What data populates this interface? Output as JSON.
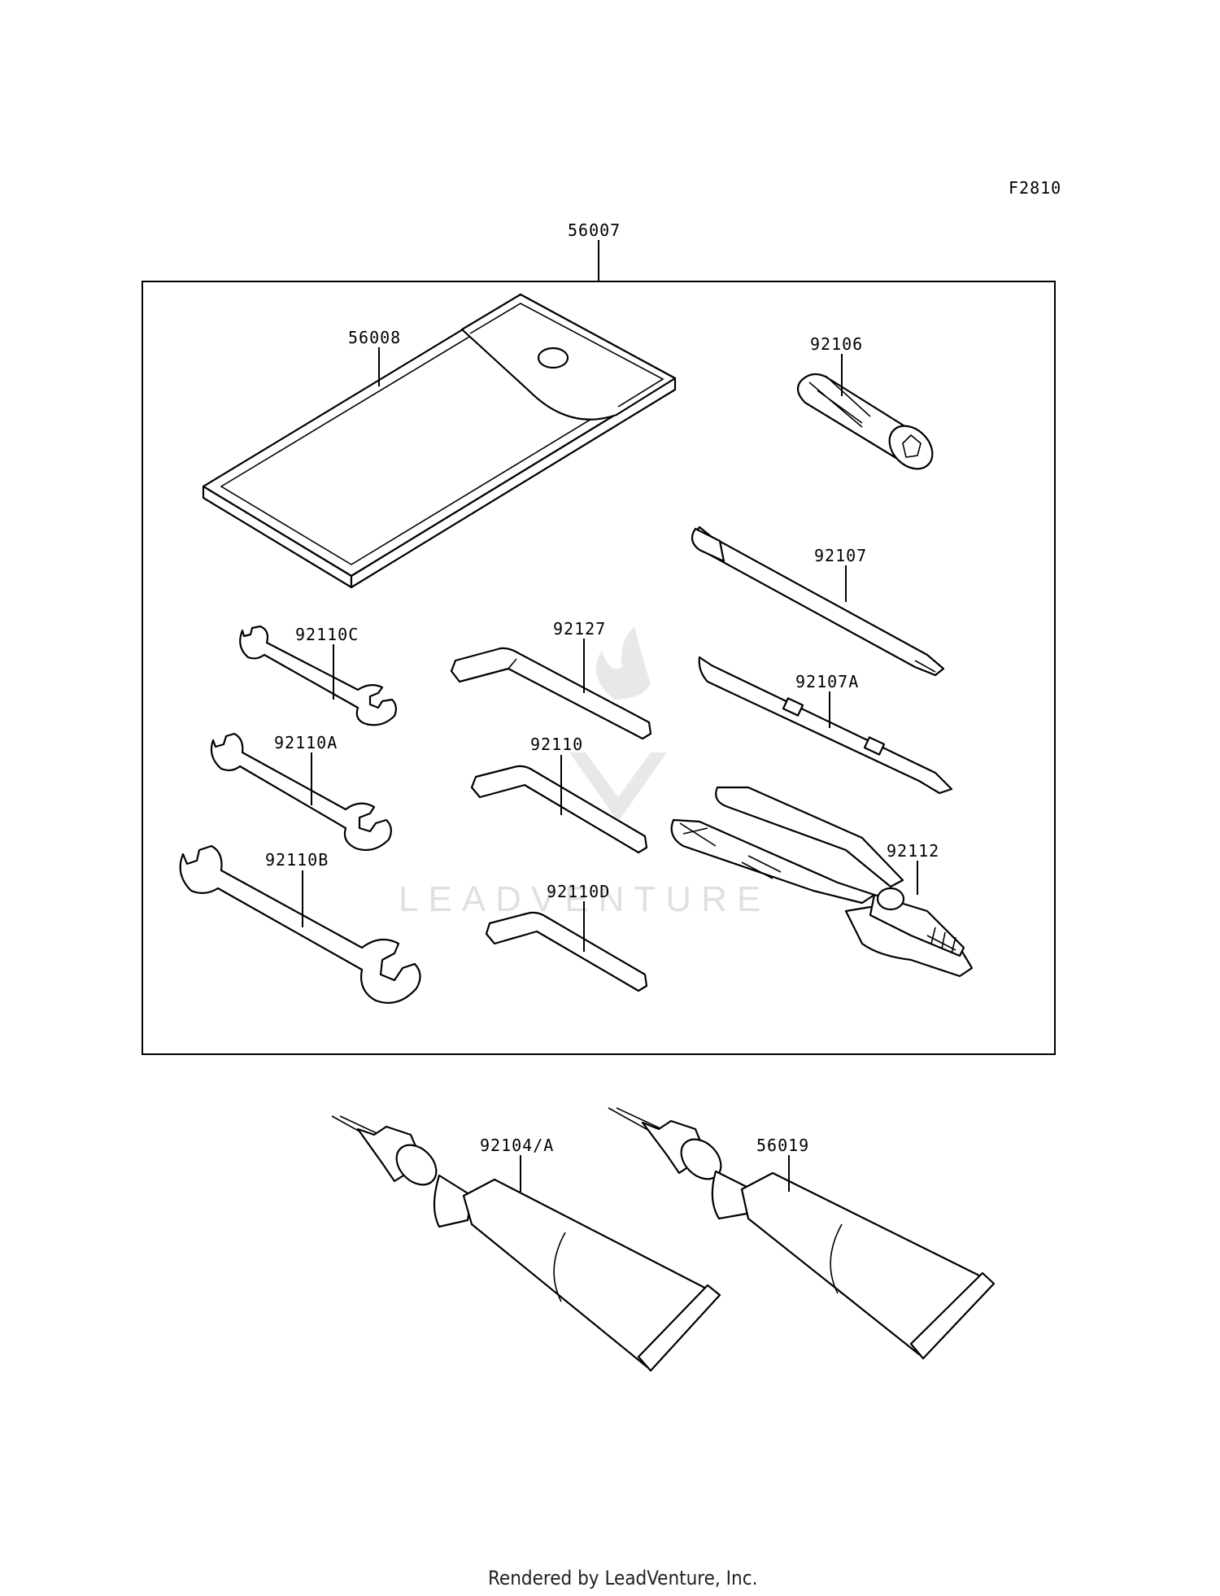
{
  "diagram_code": "F2810",
  "kit_label": "56007",
  "labels": {
    "pouch": "56008",
    "bit_holder": "92106",
    "phillips_driver": "92107",
    "flat_phillips_driver": "92107A",
    "wrench_c": "92110C",
    "wrench_a": "92110A",
    "wrench_b": "92110B",
    "hex_key_large": "92127",
    "hex_key_medium": "92110",
    "hex_key_small": "92110D",
    "pliers": "92112",
    "tube_1": "92104/A",
    "tube_2": "56019"
  },
  "watermark": "LEADVENTURE",
  "footer": "Rendered by LeadVenture, Inc."
}
